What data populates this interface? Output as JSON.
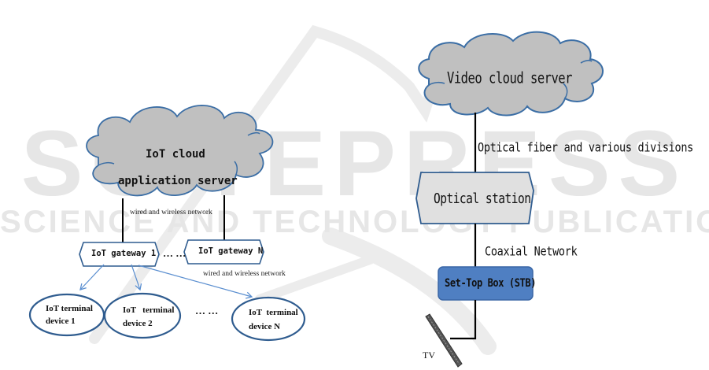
{
  "watermark": {
    "title": "SCITEPRESS",
    "subtitle": "SCIENCE AND TECHNOLOGY PUBLICATIONS"
  },
  "left_diagram": {
    "cloud": {
      "icon": "cloud-icon",
      "line1": "IoT cloud",
      "line2": "application server"
    },
    "edge_cloud_to_gateways": "wired and wireless network",
    "gateways": [
      {
        "label": "IoT gateway 1"
      },
      {
        "label": "IoT gateway N"
      }
    ],
    "gateway_ellipsis": "… …",
    "edge_gateway_to_devices": "wired and wireless network",
    "devices": [
      {
        "line1": "IoT terminal",
        "line2": "device 1"
      },
      {
        "line1": "IoT   terminal",
        "line2": "device 2"
      },
      {
        "line1": "IoT  terminal",
        "line2": "device N"
      }
    ],
    "device_ellipsis": "… …"
  },
  "right_diagram": {
    "cloud": {
      "icon": "cloud-icon",
      "label": "Video cloud server"
    },
    "edge_cloud_to_station": "Optical fiber and various divisions",
    "station": {
      "label": "Optical station"
    },
    "edge_station_to_stb": "Coaxial Network",
    "stb": {
      "label": "Set-Top Box (STB)"
    },
    "tv": {
      "icon": "tv-icon",
      "label": "TV"
    }
  },
  "colors": {
    "cloud_fill": "#c0c0c0",
    "cloud_stroke": "#3b6ea5",
    "shape_stroke": "#2f5c8f",
    "station_fill": "#e0e0e0",
    "stb_fill": "#4f7fc2",
    "arrow": "#5b8fd0",
    "watermark": "#e6e6e6"
  }
}
